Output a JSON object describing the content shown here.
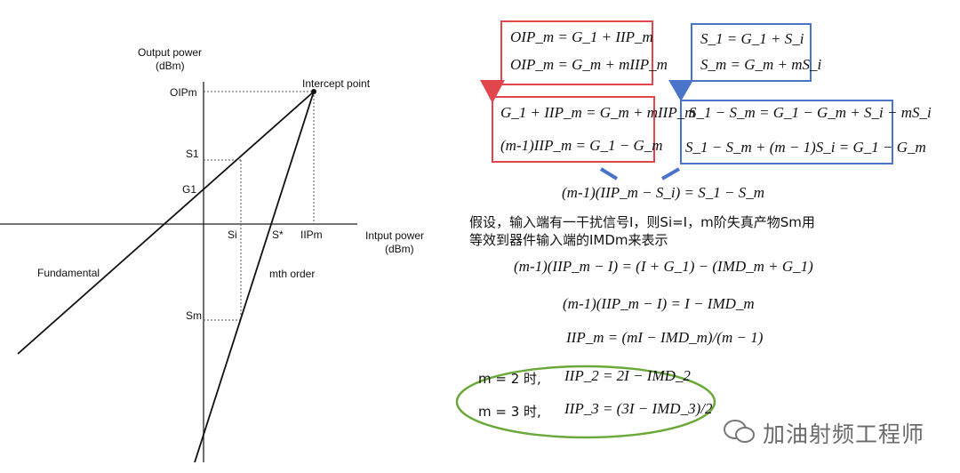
{
  "diagram": {
    "y_axis_title_line1": "Output power",
    "y_axis_title_line2": "(dBm)",
    "x_axis_title_line1": "Intput power",
    "x_axis_title_line2": "(dBm)",
    "intercept_label": "Intercept point",
    "oip_label": "OIPm",
    "s1_label": "S1",
    "g1_label": "G1",
    "si_label": "Si",
    "sstar_label": "S*",
    "iip_label": "IIPm",
    "sm_label": "Sm",
    "fundamental_label": "Fundamental",
    "mth_order_label": "mth order"
  },
  "equations": {
    "red_top_1": "OIP_m = G_1 + IIP_m",
    "red_top_2": "OIP_m = G_m + mIIP_m",
    "blue_top_1": "S_1 = G_1 + S_i",
    "blue_top_2": "S_m = G_m + mS_i",
    "red_mid_1": "G_1 + IIP_m = G_m + mIIP_m",
    "red_mid_2": "(m-1)IIP_m = G_1 − G_m",
    "blue_mid_1": "S_1 − S_m = G_1 − G_m + S_i − mS_i",
    "blue_mid_2": "S_1 − S_m + (m − 1)S_i = G_1 − G_m",
    "combined": "(m-1)(IIP_m − S_i) = S_1 − S_m",
    "note_line1": "假设，输入端有一干扰信号I，则Si=I，m阶失真产物Sm用",
    "note_line2": "等效到器件输入端的IMDm来表示",
    "eq_a": "(m-1)(IIP_m − I) = (I + G_1) − (IMD_m + G_1)",
    "eq_b": "(m-1)(IIP_m − I) = I − IMD_m",
    "eq_c": "IIP_m = (mI − IMD_m)/(m − 1)",
    "m2_prefix": "m = 2 时,",
    "m2_eq": "IIP_2 = 2I − IMD_2",
    "m3_prefix": "m = 3 时,",
    "m3_eq": "IIP_3 = (3I − IMD_3)/2"
  },
  "watermark": "加油射频工程师",
  "colors": {
    "red": "#e0464c",
    "blue": "#4a74c9",
    "green": "#6aa83a"
  }
}
